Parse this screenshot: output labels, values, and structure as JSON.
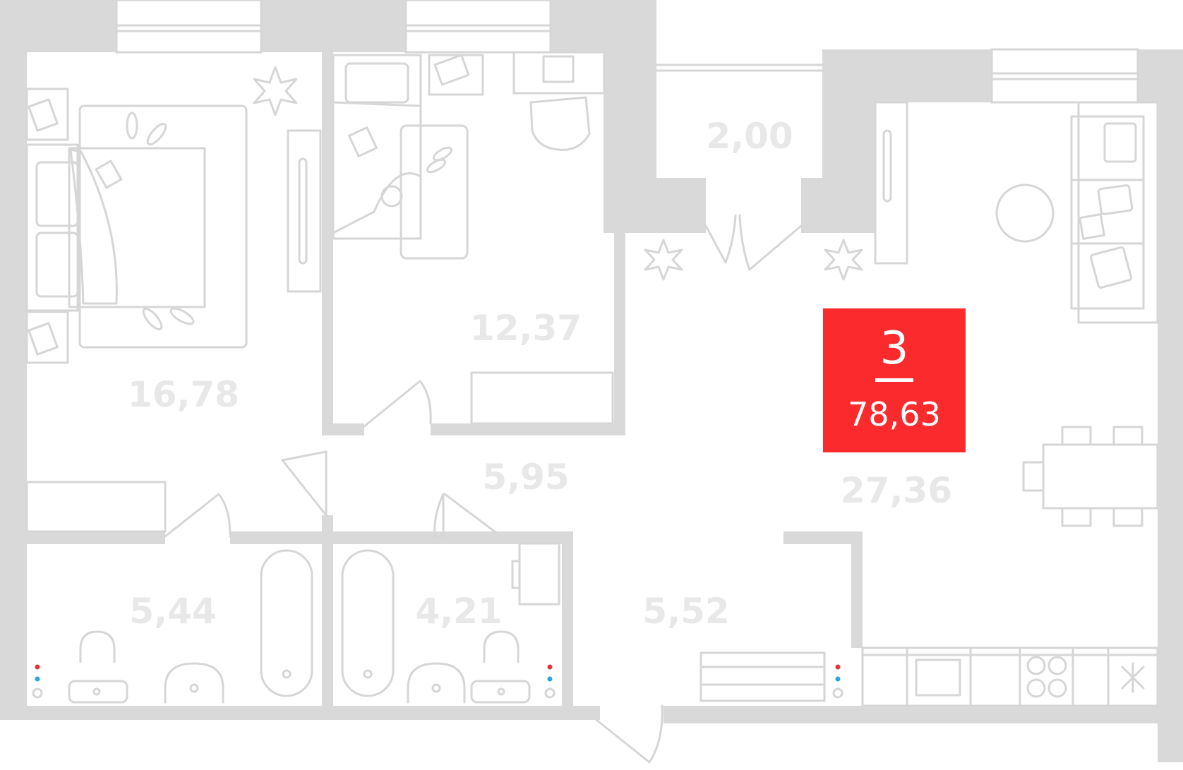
{
  "plan": {
    "room_count": "3",
    "total_area": "78,63",
    "rooms": [
      {
        "id": "bedroom",
        "area": "16,78"
      },
      {
        "id": "kids-room",
        "area": "12,37"
      },
      {
        "id": "balcony",
        "area": "2,00"
      },
      {
        "id": "living-kitchen",
        "area": "27,36"
      },
      {
        "id": "corridor",
        "area": "5,95"
      },
      {
        "id": "bathroom-left",
        "area": "5,44"
      },
      {
        "id": "bathroom-right",
        "area": "4,21"
      },
      {
        "id": "hall",
        "area": "5,52"
      }
    ]
  },
  "colors": {
    "badge": "#fa2a2d",
    "walls": "#d9d9d9",
    "furniture_lines": "#d6d6d6",
    "area_labels": "#e8e8e8",
    "hot_water": "#e8333b",
    "cold_water": "#2ba5de"
  }
}
